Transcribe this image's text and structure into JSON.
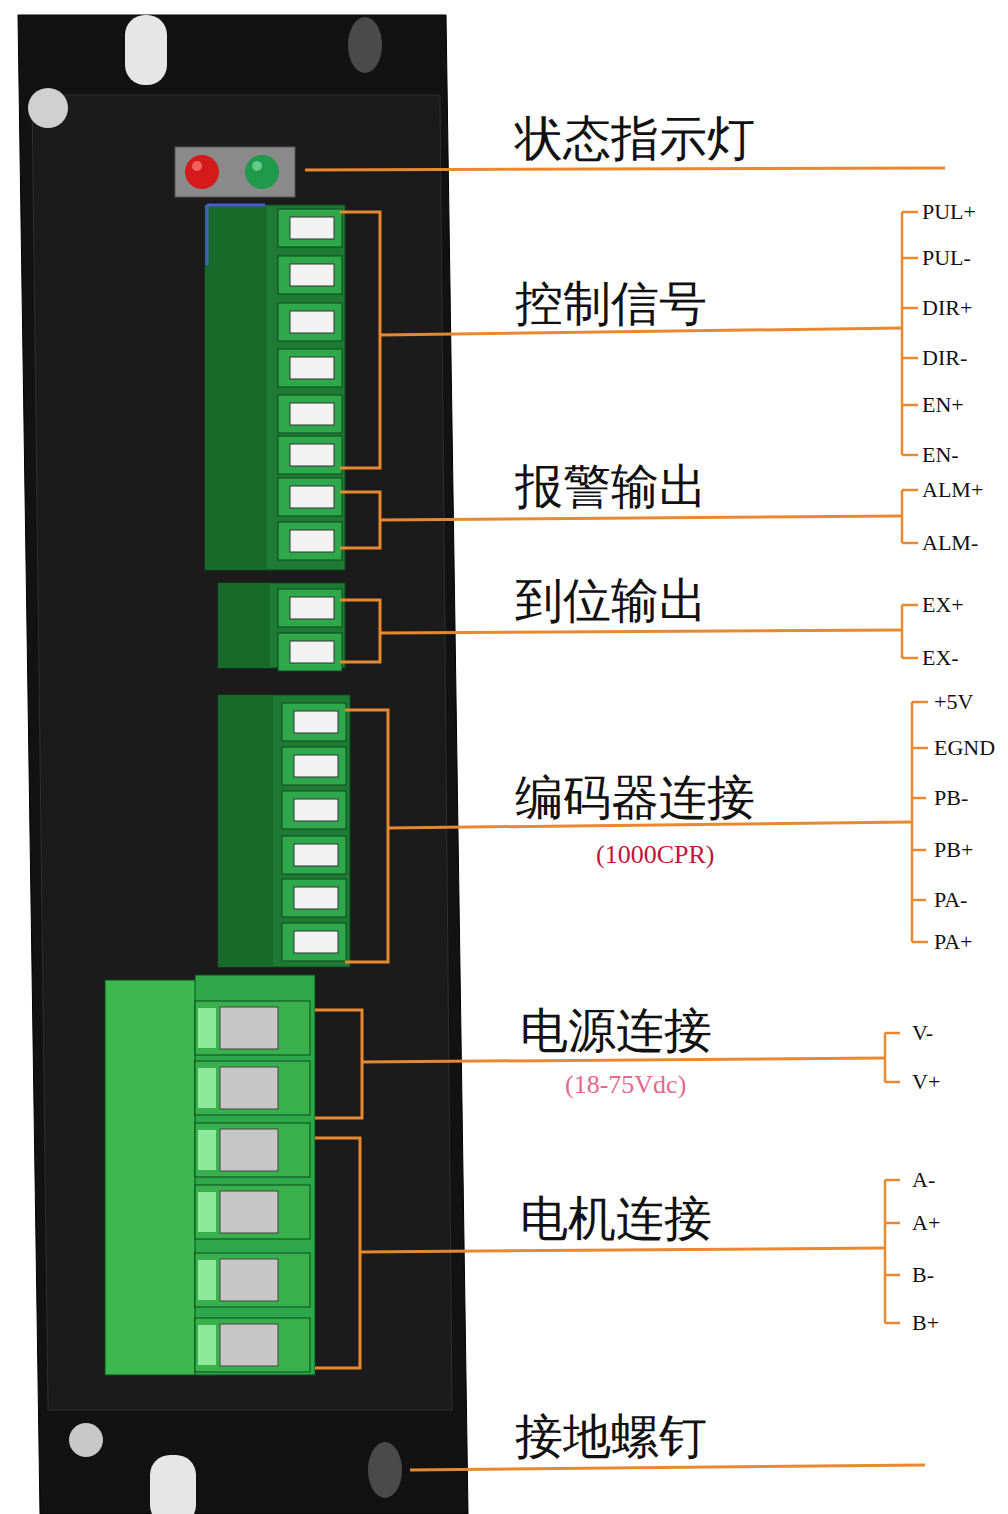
{
  "diagram": {
    "labels": [
      "状态指示灯",
      "PUL+",
      "PUL-",
      "控制信号",
      "DIR+",
      "DIR-",
      "EN+",
      "EN-",
      "报警输出",
      "ALM+",
      "ALM-",
      "到位输出",
      "EX+",
      "EX-",
      "+5V",
      "EGND",
      "编码器连接",
      "(1000CPR)",
      "PB-",
      "PB+",
      "PA-",
      "PA+",
      "电源连接",
      "V-",
      "(18-75Vdc)",
      "V+",
      "电机连接",
      "A-",
      "A+",
      "B-",
      "B+",
      "接地螺钉"
    ]
  }
}
